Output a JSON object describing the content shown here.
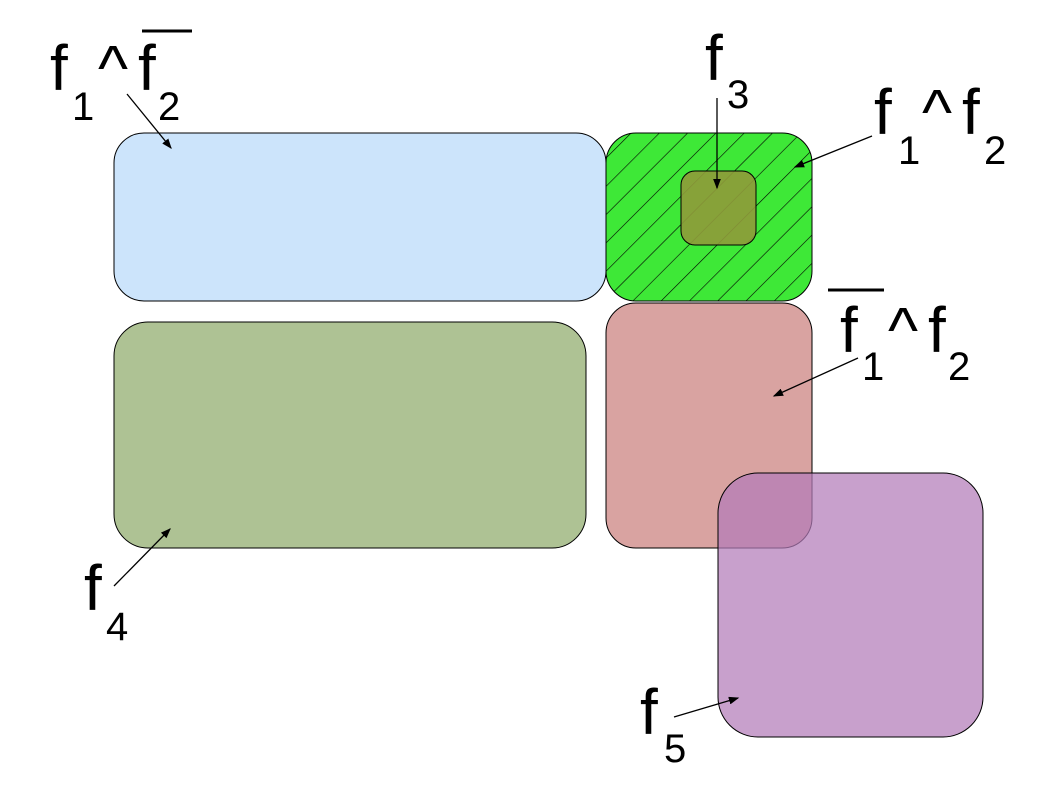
{
  "labels": {
    "f1_and_not_f2": {
      "base1": "f",
      "sub1": "1",
      "op": "^",
      "base2": "f",
      "sub2": "2",
      "negated": "second"
    },
    "f3": {
      "base": "f",
      "sub": "3"
    },
    "f1_and_f2": {
      "base1": "f",
      "sub1": "1",
      "op": "^",
      "base2": "f",
      "sub2": "2"
    },
    "not_f1_and_f2": {
      "base1": "f",
      "sub1": "1",
      "op": "^",
      "base2": "f",
      "sub2": "2",
      "negated": "first"
    },
    "f4": {
      "base": "f",
      "sub": "4"
    },
    "f5": {
      "base": "f",
      "sub": "5"
    }
  },
  "regions": {
    "f1_and_not_f2": {
      "fill": "#cce4fb"
    },
    "f1_and_f2": {
      "fill": "#3ee837",
      "pattern": "diagonal-hatch"
    },
    "f3": {
      "fill": "#8f9a3a"
    },
    "not_f1_and_f2": {
      "fill": "#d9a3a1"
    },
    "f4": {
      "fill": "#aec294"
    },
    "f5": {
      "fill": "#b37cb9"
    }
  }
}
